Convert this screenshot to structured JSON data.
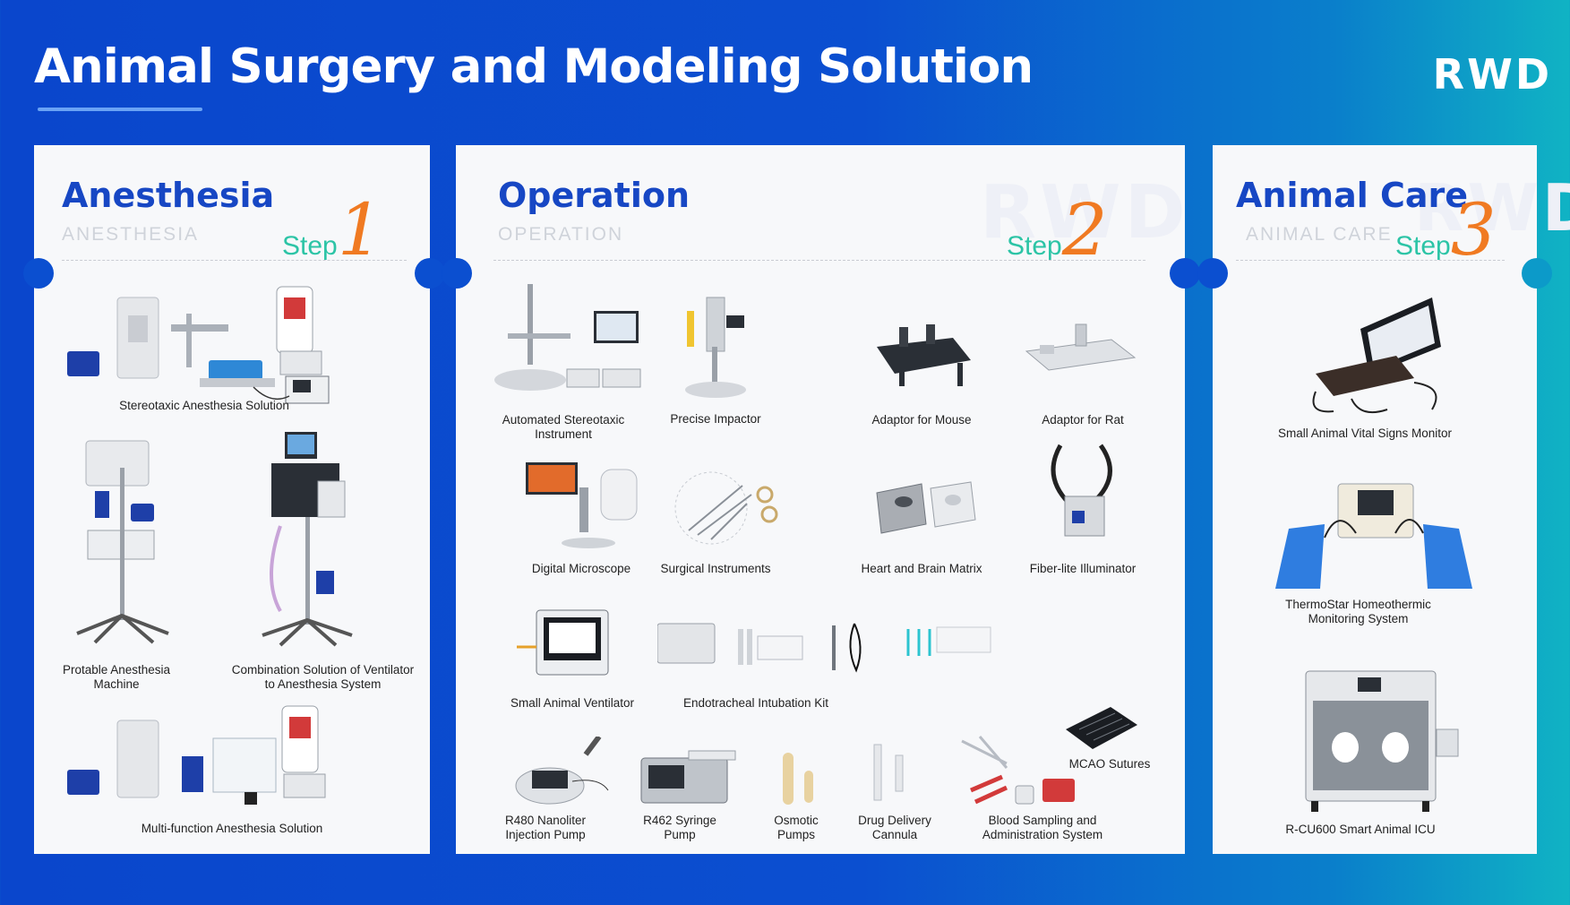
{
  "header": {
    "title": "Animal Surgery and Modeling Solution",
    "brand": "RWD"
  },
  "colors": {
    "background": "#0b4fd0",
    "heading": "#1747c4",
    "step_label": "#2cc4a6",
    "step_number": "#f07a22",
    "panel": "#f7f8fa"
  },
  "panels": [
    {
      "title": "Anesthesia",
      "subtitle": "ANESTHESIA",
      "step_label": "Step",
      "step_number": "1",
      "items": [
        {
          "name": "Stereotaxic Anesthesia Solution"
        },
        {
          "name": "Protable Anesthesia Machine"
        },
        {
          "name": "Combination Solution of Ventilator to Anesthesia System"
        },
        {
          "name": "Multi-function Anesthesia Solution"
        }
      ]
    },
    {
      "title": "Operation",
      "subtitle": "OPERATION",
      "step_label": "Step",
      "step_number": "2",
      "watermark": "RWD",
      "items": [
        {
          "name": "Automated Stereotaxic Instrument"
        },
        {
          "name": "Precise Impactor"
        },
        {
          "name": "Adaptor for Mouse"
        },
        {
          "name": "Adaptor for Rat"
        },
        {
          "name": "Digital Microscope"
        },
        {
          "name": "Surgical Instruments"
        },
        {
          "name": "Heart and Brain Matrix"
        },
        {
          "name": "Fiber-lite Illuminator"
        },
        {
          "name": "Small Animal Ventilator"
        },
        {
          "name": "Endotracheal Intubation Kit"
        },
        {
          "name": "MCAO Sutures"
        },
        {
          "name": "R480 Nanoliter Injection Pump"
        },
        {
          "name": "R462 Syringe Pump"
        },
        {
          "name": "Osmotic Pumps"
        },
        {
          "name": "Drug Delivery Cannula"
        },
        {
          "name": "Blood Sampling and Administration System"
        }
      ]
    },
    {
      "title": "Animal Care",
      "subtitle": "ANIMAL CARE",
      "step_label": "Step",
      "step_number": "3",
      "watermark": "RWD",
      "items": [
        {
          "name": "Small Animal Vital Signs Monitor"
        },
        {
          "name": "ThermoStar Homeothermic Monitoring System"
        },
        {
          "name": "R-CU600 Smart Animal ICU"
        }
      ]
    }
  ]
}
